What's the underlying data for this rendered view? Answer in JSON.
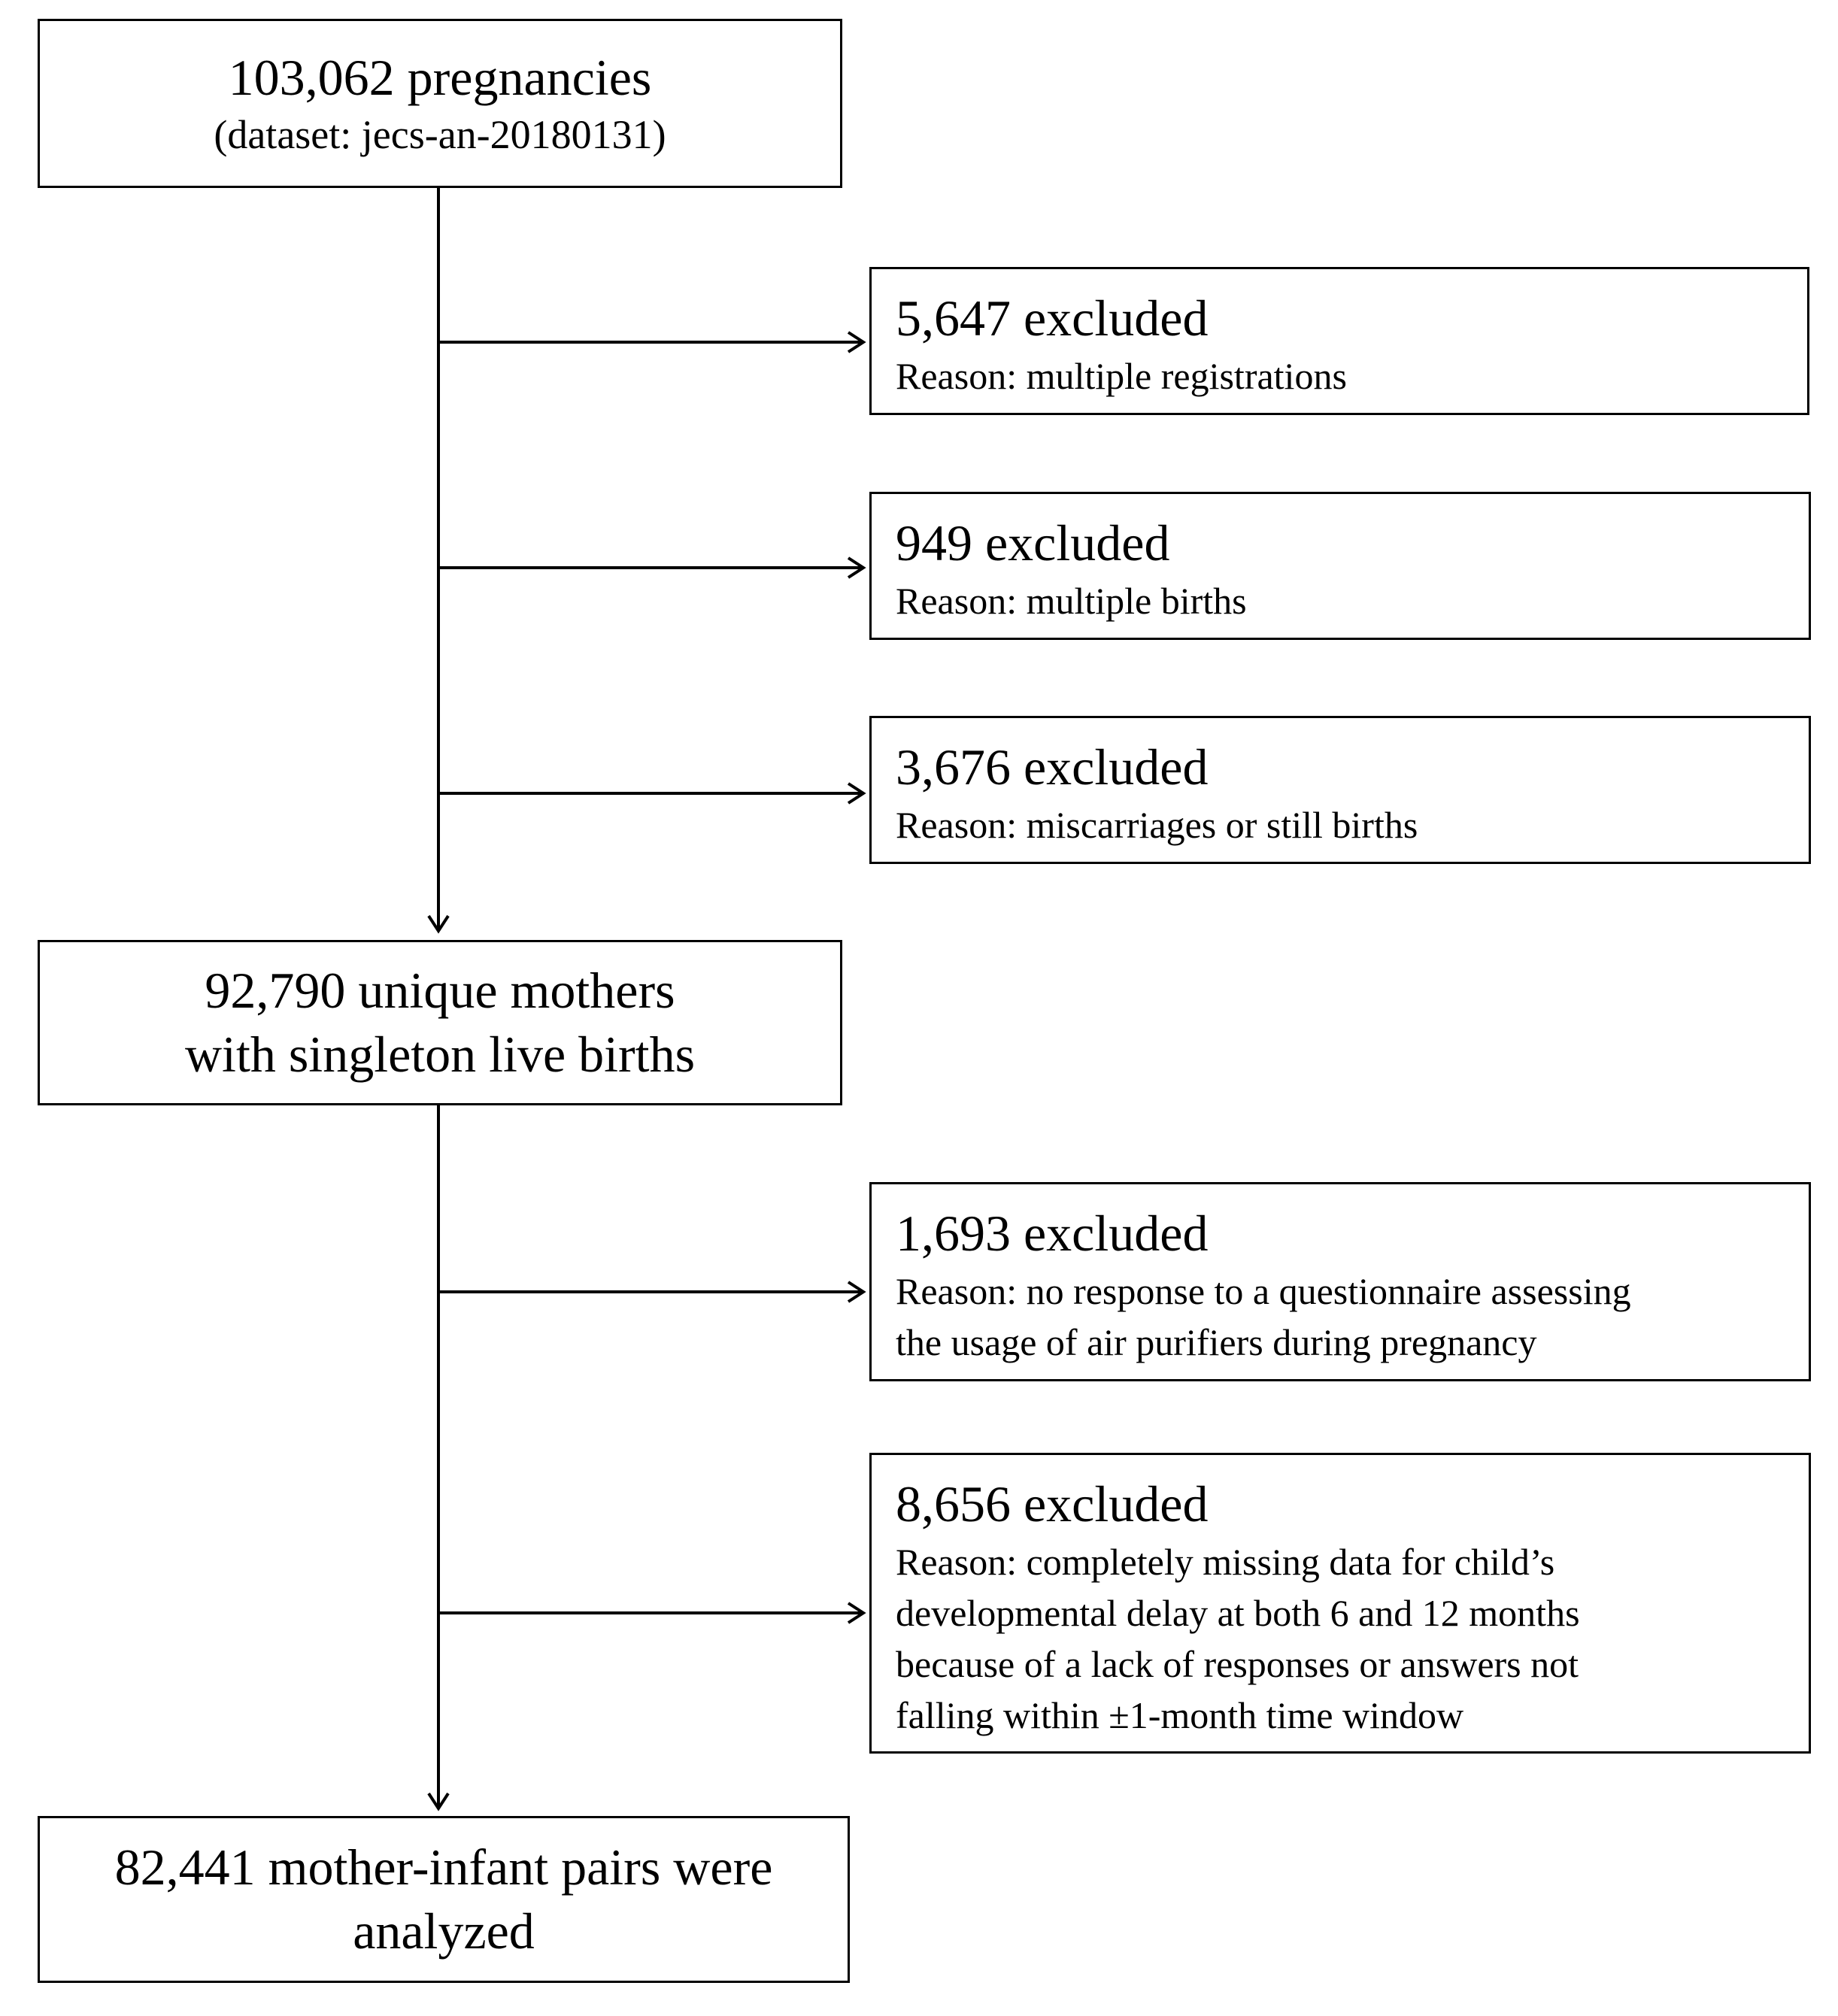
{
  "start": {
    "title": "103,062 pregnancies",
    "subtitle": "(dataset: jecs-an-20180131)"
  },
  "exclusions_1": [
    {
      "count": "5,647 excluded",
      "reason_lines": [
        "Reason: multiple registrations"
      ]
    },
    {
      "count": "949 excluded",
      "reason_lines": [
        "Reason: multiple births"
      ]
    },
    {
      "count": "3,676 excluded",
      "reason_lines": [
        "Reason: miscarriages or still births"
      ]
    }
  ],
  "middle": {
    "line1": "92,790 unique mothers",
    "line2": "with singleton live births"
  },
  "exclusions_2": [
    {
      "count": "1,693 excluded",
      "reason_lines": [
        "Reason: no response to a questionnaire assessing",
        "the usage of air purifiers during pregnancy"
      ]
    },
    {
      "count": "8,656 excluded",
      "reason_lines": [
        "Reason: completely missing data for child’s",
        "developmental delay at both 6 and 12 months",
        "because of a lack of responses or answers not",
        "falling within ±1-month time window"
      ]
    }
  ],
  "final": {
    "line1": "82,441 mother-infant pairs were",
    "line2": "analyzed"
  }
}
